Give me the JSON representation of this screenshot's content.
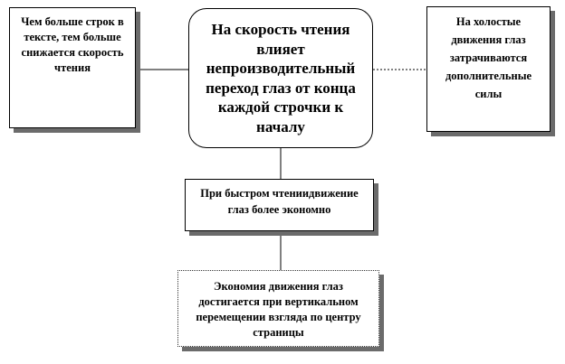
{
  "diagram": {
    "center_node": {
      "text": "На скорость чтения влияет непроизводительный переход глаз от конца каждой строчки к началу"
    },
    "left_node": {
      "text": "Чем больше строк в тексте, тем больше снижается скорость чтения"
    },
    "right_node": {
      "text": "На холостые движения глаз затрачиваются дополнительные силы"
    },
    "middle_node": {
      "text": "При быстром чтениидвижение глаз более экономно"
    },
    "bottom_node": {
      "text": "Экономия движения глаз достигается при вертикальном перемещении взгляда по центру страницы"
    }
  },
  "colors": {
    "line": "#000000",
    "shadow": "#6b6b6b",
    "background": "#ffffff"
  }
}
